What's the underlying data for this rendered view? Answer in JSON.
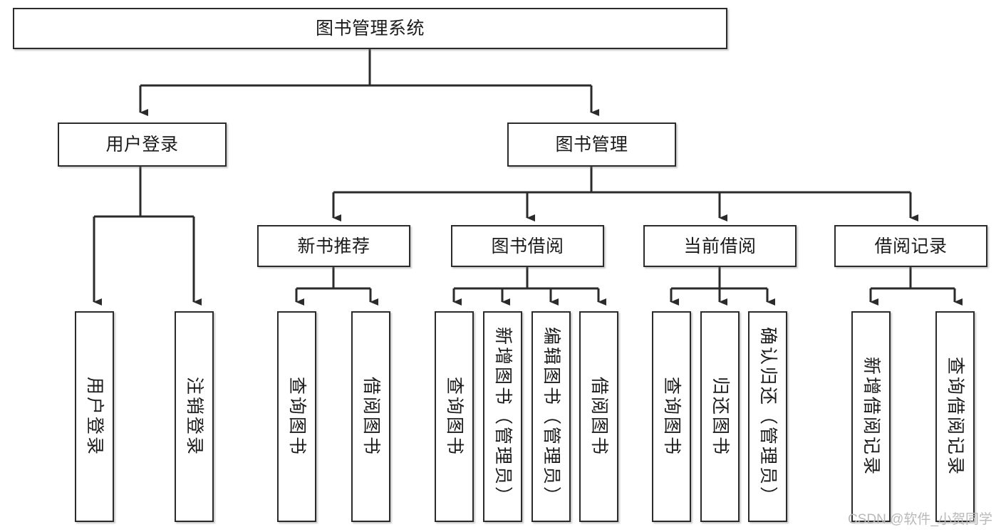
{
  "diagram": {
    "type": "tree-hierarchy",
    "title": "图书管理系统",
    "orientation": "top-down",
    "colors": {
      "box_border": "#2b2b2b",
      "box_fill": "#ffffff",
      "connector": "#2b2b2b",
      "background": "#ffffff",
      "watermark": "#b9b9b9"
    },
    "nodes": {
      "root": {
        "label": "图书管理系统",
        "orientation": "horizontal"
      },
      "level1": [
        {
          "label": "用户登录",
          "orientation": "horizontal"
        },
        {
          "label": "图书管理",
          "orientation": "horizontal"
        }
      ],
      "level2": [
        {
          "label": "新书推荐",
          "orientation": "horizontal"
        },
        {
          "label": "图书借阅",
          "orientation": "horizontal"
        },
        {
          "label": "当前借阅",
          "orientation": "horizontal"
        },
        {
          "label": "借阅记录",
          "orientation": "horizontal"
        }
      ],
      "leaves": {
        "user_login": [
          {
            "label": "用户登录",
            "orientation": "vertical"
          },
          {
            "label": "注销登录",
            "orientation": "vertical"
          }
        ],
        "new_book_recommend": [
          {
            "label": "查询图书",
            "orientation": "vertical"
          },
          {
            "label": "借阅图书",
            "orientation": "vertical"
          }
        ],
        "book_borrow": [
          {
            "label": "查询图书",
            "orientation": "vertical"
          },
          {
            "label": "新增图书（管理员）",
            "orientation": "vertical"
          },
          {
            "label": "编辑图书（管理员）",
            "orientation": "vertical"
          },
          {
            "label": "借阅图书",
            "orientation": "vertical"
          }
        ],
        "current_borrow": [
          {
            "label": "查询图书",
            "orientation": "vertical"
          },
          {
            "label": "归还图书",
            "orientation": "vertical"
          },
          {
            "label": "确认归还（管理员）",
            "orientation": "vertical"
          }
        ],
        "borrow_record": [
          {
            "label": "新增借阅记录",
            "orientation": "vertical"
          },
          {
            "label": "查询借阅记录",
            "orientation": "vertical"
          }
        ]
      }
    },
    "edges": [
      {
        "from": "图书管理系统",
        "to": "用户登录"
      },
      {
        "from": "图书管理系统",
        "to": "图书管理"
      },
      {
        "from": "图书管理",
        "to": "新书推荐"
      },
      {
        "from": "图书管理",
        "to": "图书借阅"
      },
      {
        "from": "图书管理",
        "to": "当前借阅"
      },
      {
        "from": "图书管理",
        "to": "借阅记录"
      },
      {
        "from": "用户登录",
        "to": "用户登录"
      },
      {
        "from": "用户登录",
        "to": "注销登录"
      },
      {
        "from": "新书推荐",
        "to": "查询图书"
      },
      {
        "from": "新书推荐",
        "to": "借阅图书"
      },
      {
        "from": "图书借阅",
        "to": "查询图书"
      },
      {
        "from": "图书借阅",
        "to": "新增图书（管理员）"
      },
      {
        "from": "图书借阅",
        "to": "编辑图书（管理员）"
      },
      {
        "from": "图书借阅",
        "to": "借阅图书"
      },
      {
        "from": "当前借阅",
        "to": "查询图书"
      },
      {
        "from": "当前借阅",
        "to": "归还图书"
      },
      {
        "from": "当前借阅",
        "to": "确认归还（管理员）"
      },
      {
        "from": "借阅记录",
        "to": "新增借阅记录"
      },
      {
        "from": "借阅记录",
        "to": "查询借阅记录"
      }
    ]
  },
  "watermark": {
    "text": "CSDN @软件_小贺同学"
  }
}
